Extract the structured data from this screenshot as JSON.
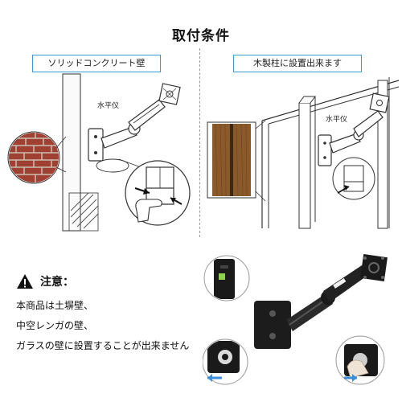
{
  "title": "取付条件",
  "labels": {
    "left": "ソリッドコンクリート壁",
    "right": "木製柱に設置出来ます"
  },
  "water_level_label": "水平仪",
  "warning": {
    "title": "注意：",
    "lines": [
      "本商品は土塀壁、",
      "中空レンガの壁、",
      "ガラスの壁に設置することが出来ません"
    ]
  },
  "colors": {
    "label_border": "#3a9bd9",
    "arrow_blue": "#3a8fd8",
    "brick": "#b5493a",
    "wood": "#8b5a2b"
  }
}
